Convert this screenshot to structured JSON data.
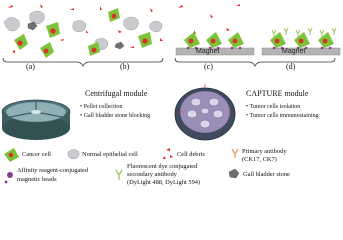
{
  "panels": [
    {
      "label": "(a)"
    },
    {
      "label": "(b)"
    },
    {
      "label": "(c)"
    },
    {
      "label": "(d)"
    }
  ],
  "magnet_label": "Magnet",
  "modules": {
    "centrifugal": {
      "title": "Centrifugal module",
      "bullets": [
        "Pellet collection",
        "Gall bladder stone blocking"
      ]
    },
    "capture": {
      "title": "CAPTURE module",
      "bullets": [
        "Tumor cells isolation",
        "Tumor cells immunostaining"
      ]
    }
  },
  "legend": {
    "cancer_cell": "Cancer cell",
    "normal_cell": "Normal epithelial cell",
    "cell_debris": "Cell debris",
    "primary_antibody": "Primary antibody",
    "primary_antibody_detail": "(CK17, CK7)",
    "magnetic_beads_line1": "Affinity reagent-conjugated",
    "magnetic_beads_line2": "magnetic beads",
    "secondary_antibody_line1": "Fluorescent dye conjugated",
    "secondary_antibody_line2": "secondary antibody",
    "secondary_antibody_line3": "(DyLight 488, DyLight 594)",
    "gall_stone": "Gall bladder stone"
  },
  "colors": {
    "cancer_cell": "#7ec23a",
    "cancer_nucleus": "#d8332a",
    "normal_cell": "#c9cbcf",
    "debris": "#e02a2a",
    "primary_antibody": "#e9a36a",
    "magnetic_bead": "#8b3b8e",
    "secondary_antibody": "#a6c86a",
    "gall_stone": "#6f6f6f",
    "magnet": "#b4b4b4"
  }
}
